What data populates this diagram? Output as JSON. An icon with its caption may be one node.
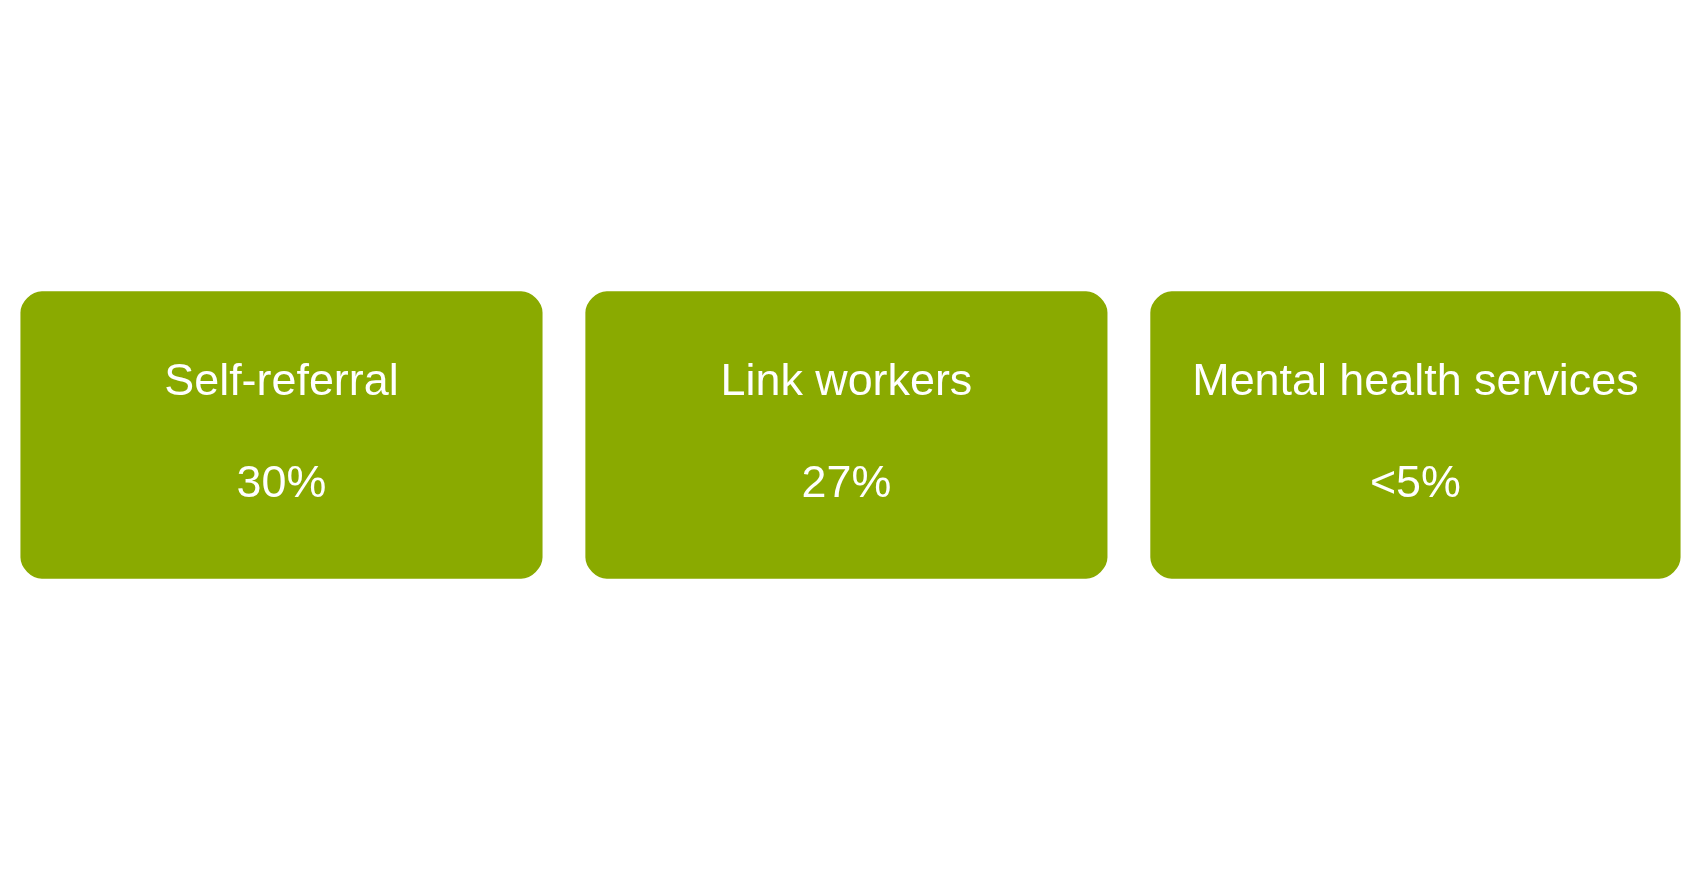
{
  "diagram": {
    "nodes": [
      {
        "text": [
          "Self-referral",
          "30%"
        ]
      },
      {
        "text": [
          "Link workers",
          "27%"
        ]
      },
      {
        "text": [
          "Mental health services",
          "<5%"
        ]
      }
    ]
  }
}
